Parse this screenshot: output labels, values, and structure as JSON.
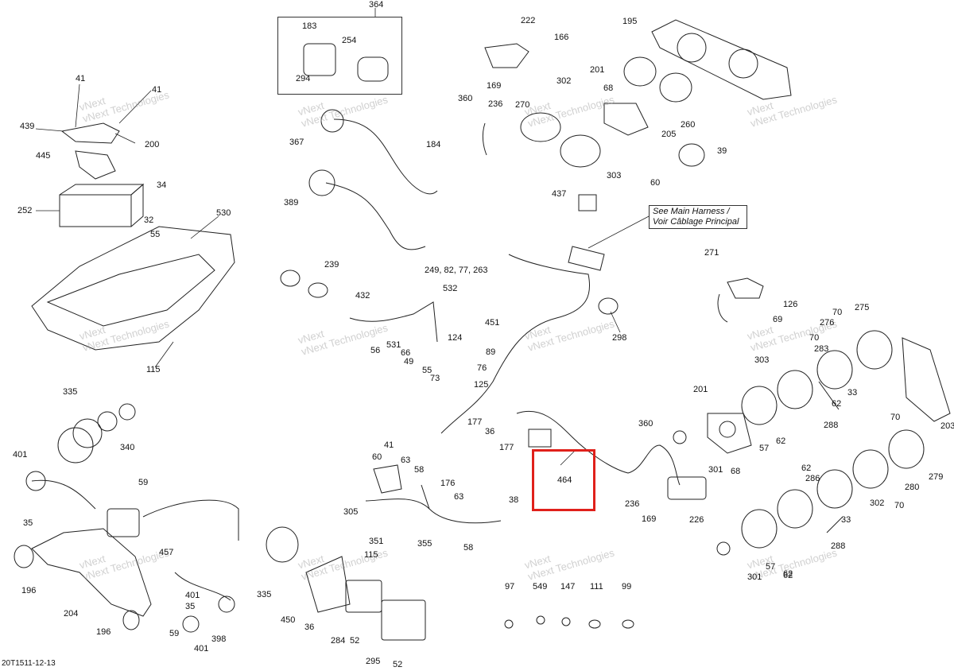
{
  "diagram": {
    "callouts": [
      "364",
      "183",
      "254",
      "294",
      "222",
      "166",
      "195",
      "41",
      "41",
      "439",
      "200",
      "445",
      "201",
      "169",
      "302",
      "68",
      "360",
      "236",
      "270",
      "367",
      "184",
      "205",
      "260",
      "39",
      "303",
      "60",
      "34",
      "252",
      "32",
      "55",
      "530",
      "389",
      "437",
      "249, 82, 77, 263",
      "239",
      "432",
      "271",
      "126",
      "69",
      "532",
      "451",
      "124",
      "89",
      "76",
      "125",
      "298",
      "56",
      "531",
      "66",
      "49",
      "55",
      "73",
      "70",
      "275",
      "276",
      "70",
      "283",
      "303",
      "33",
      "62",
      "201",
      "62",
      "288",
      "57",
      "335",
      "340",
      "177",
      "36",
      "360",
      "401",
      "41",
      "60",
      "63",
      "58",
      "176",
      "177",
      "63",
      "38",
      "464",
      "236",
      "169",
      "226",
      "301",
      "68",
      "70",
      "203",
      "279",
      "280",
      "70",
      "302",
      "62",
      "286",
      "33",
      "288",
      "59",
      "35",
      "305",
      "457",
      "196",
      "204",
      "351",
      "355",
      "58",
      "335",
      "401",
      "35",
      "398",
      "196",
      "59",
      "401",
      "115",
      "450",
      "36",
      "284",
      "52",
      "295",
      "52",
      "97",
      "549",
      "147",
      "111",
      "99",
      "115",
      "301",
      "62",
      "57",
      "62"
    ],
    "note_line1": "See Main Harness /",
    "note_line2": "Voir Câblage Principal",
    "watermark_line1": "vNext",
    "watermark_line2": "vNext Technologies",
    "footer_code": "20T1511-12-13",
    "highlight_color": "#e0201b"
  }
}
